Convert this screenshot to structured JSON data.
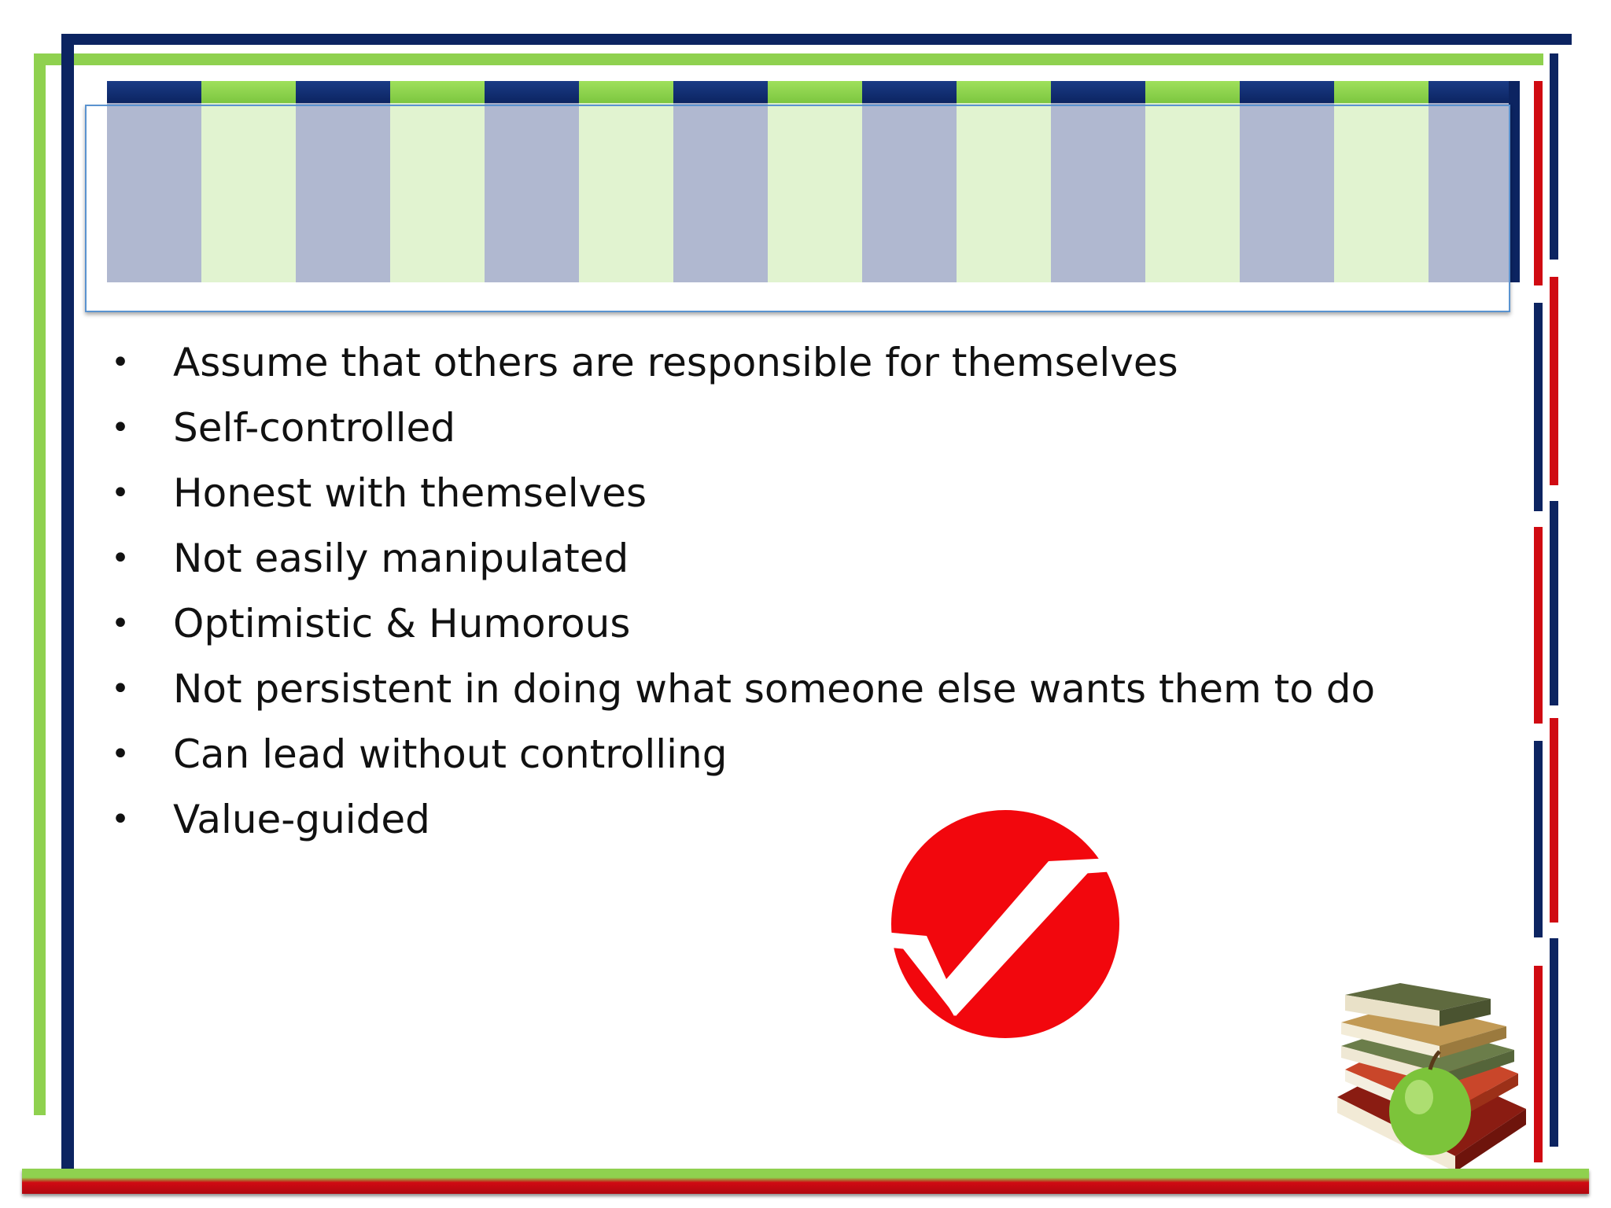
{
  "bullets": [
    "Assume that others are responsible for themselves",
    "Self-controlled",
    "Honest with themselves",
    "Not easily manipulated",
    "Optimistic & Humorous",
    "Not persistent in doing what someone else wants them to do",
    "Can lead without controlling",
    "Value-guided"
  ],
  "bullet_symbol": "•",
  "colors": {
    "navy": "#0c2461",
    "green": "#8fd14f",
    "red": "#d00a12",
    "text": "#111111"
  },
  "icons": [
    "check-mark-icon",
    "books-apple-icon"
  ]
}
